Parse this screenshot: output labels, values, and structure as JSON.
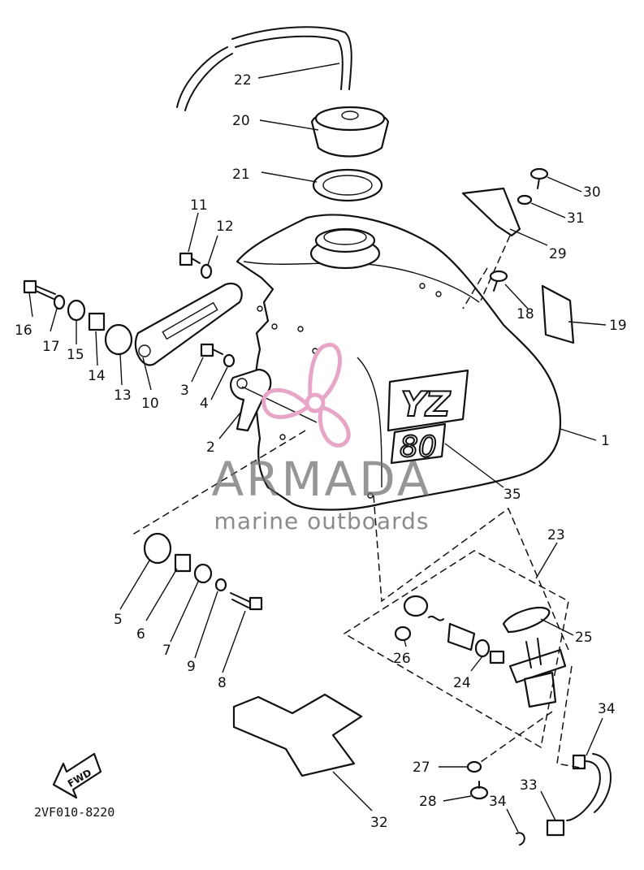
{
  "diagram": {
    "part_numbers": [
      "1",
      "2",
      "3",
      "4",
      "5",
      "6",
      "7",
      "8",
      "9",
      "10",
      "11",
      "12",
      "13",
      "14",
      "15",
      "16",
      "17",
      "18",
      "19",
      "20",
      "21",
      "22",
      "23",
      "24",
      "25",
      "26",
      "27",
      "28",
      "29",
      "30",
      "31",
      "32",
      "33",
      "34",
      "34",
      "35"
    ],
    "model_badge_top": "YZ",
    "model_badge_bottom": "80",
    "fwd_arrow_label": "FWD",
    "drawing_code": "2VF010-8220"
  },
  "watermark": {
    "brand": "ARMADA",
    "tagline": "marine outboards",
    "brand_color": "#6e6e6e",
    "logo_color": "#e7a6c6"
  }
}
